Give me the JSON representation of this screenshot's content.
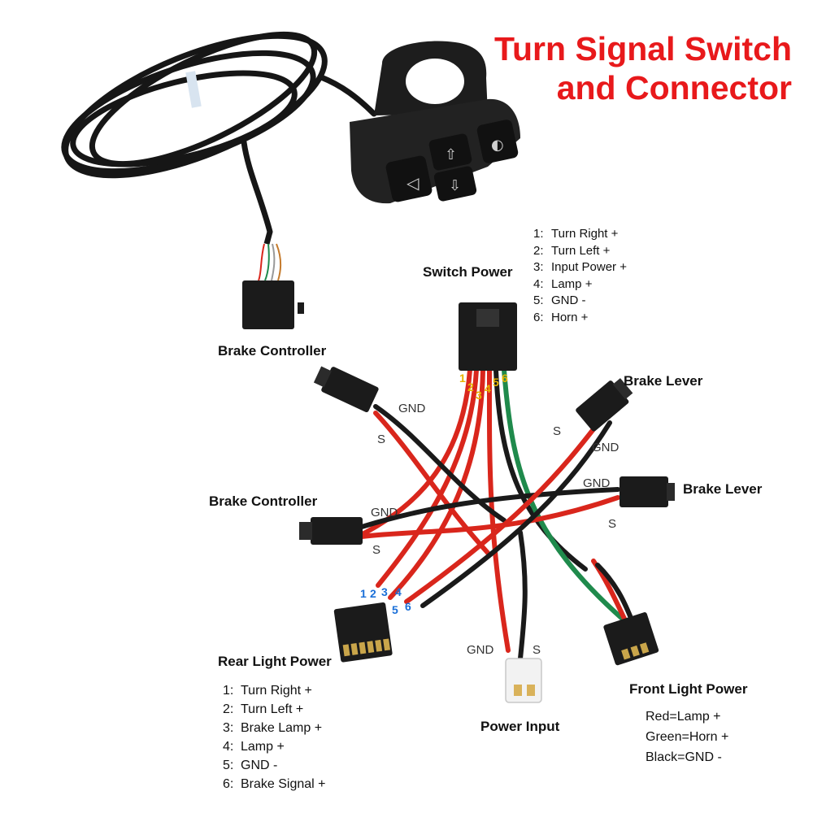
{
  "title": {
    "line1": "Turn Signal Switch",
    "line2": "and Connector"
  },
  "labels": {
    "switch_power": "Switch Power",
    "brake_controller_1": "Brake Controller",
    "brake_controller_2": "Brake Controller",
    "brake_lever_1": "Brake Lever",
    "brake_lever_2": "Brake Lever",
    "rear_light_power": "Rear Light Power",
    "power_input": "Power Input",
    "front_light_power": "Front Light Power"
  },
  "wire_labels": {
    "gnd": "GND",
    "s": "S"
  },
  "switch_power_pins": [
    {
      "num": "1:",
      "desc": "Turn Right +"
    },
    {
      "num": "2:",
      "desc": "Turn Left +"
    },
    {
      "num": "3:",
      "desc": "Input Power +"
    },
    {
      "num": "4:",
      "desc": "Lamp +"
    },
    {
      "num": "5:",
      "desc": "GND -"
    },
    {
      "num": "6:",
      "desc": "Horn +"
    }
  ],
  "rear_light_pins": [
    {
      "num": "1:",
      "desc": "Turn Right +"
    },
    {
      "num": "2:",
      "desc": "Turn Left +"
    },
    {
      "num": "3:",
      "desc": "Brake Lamp +"
    },
    {
      "num": "4:",
      "desc": "Lamp +"
    },
    {
      "num": "5:",
      "desc": "GND -"
    },
    {
      "num": "6:",
      "desc": "Brake Signal +"
    }
  ],
  "switch_pin_numbers": [
    "1",
    "2",
    "3",
    "4",
    "5",
    "6"
  ],
  "rear_pin_numbers": [
    "1",
    "2",
    "3",
    "4",
    "5",
    "6"
  ],
  "front_light_legend": {
    "red": "Red=Lamp +",
    "green": "Green=Horn +",
    "black": "Black=GND -"
  },
  "colors": {
    "title": "#e8191b",
    "wire_red": "#d9261c",
    "wire_black": "#1a1a1a",
    "wire_green": "#1f8a4c",
    "pin_yellow": "#e8b400",
    "pin_blue": "#1a6fd8",
    "connector_white": "#f2f2f2"
  },
  "icons": {
    "switch_buttons": [
      "horn-icon",
      "arrow-up-icon",
      "arrow-down-icon",
      "headlight-icon"
    ]
  }
}
